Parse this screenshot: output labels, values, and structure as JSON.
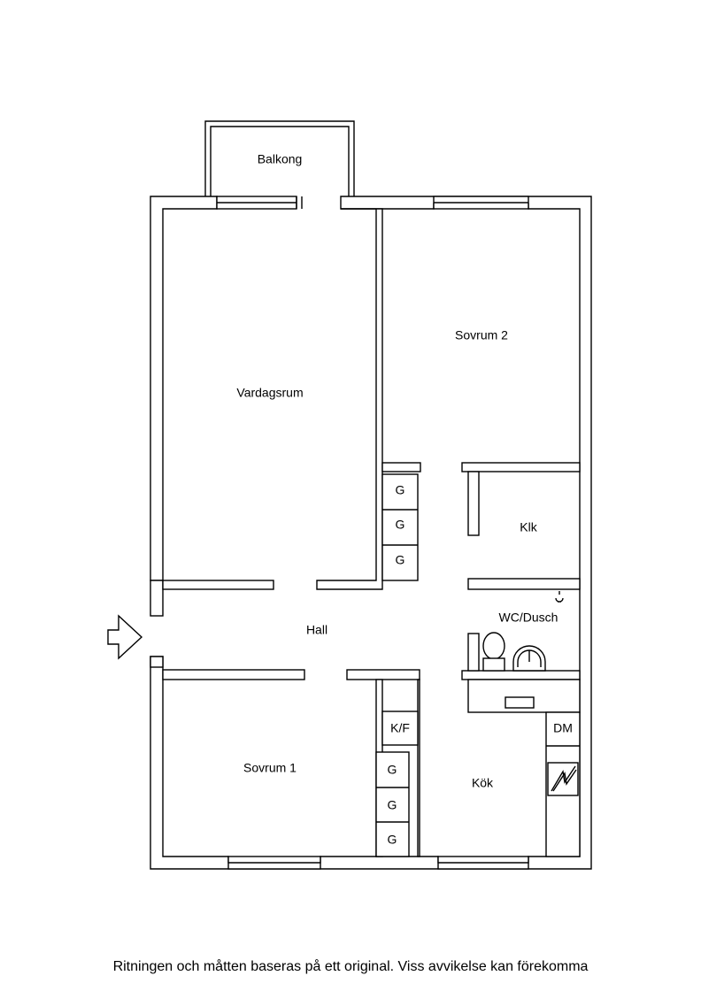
{
  "rooms": {
    "balcony": "Balkong",
    "living_room": "Vardagsrum",
    "bedroom_2": "Sovrum 2",
    "closet": "Klk",
    "bathroom": "WC/Dusch",
    "hall": "Hall",
    "bedroom_1": "Sovrum 1",
    "kitchen": "Kök"
  },
  "fixtures": {
    "wardrobe_label": "G",
    "washer_dryer": "K/F",
    "dishwasher": "DM"
  },
  "icons": {
    "entrance": "entrance-arrow-icon",
    "toilet": "toilet-icon",
    "sink": "sink-icon",
    "stove": "stove-icon",
    "shower": "shower-icon"
  },
  "colors": {
    "wall_stroke": "#000000",
    "background": "#ffffff"
  },
  "footer": {
    "disclaimer": "Ritningen och måtten baseras på ett original. Viss avvikelse kan förekomma"
  }
}
